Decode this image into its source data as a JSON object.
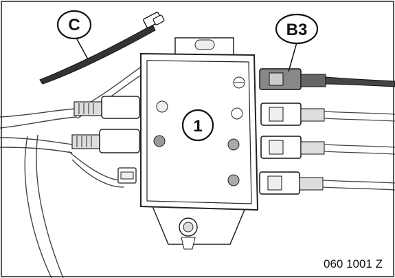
{
  "callouts": {
    "tie": "C",
    "plug": "B3",
    "unit": "1"
  },
  "figure_code": "060 1001 Z"
}
